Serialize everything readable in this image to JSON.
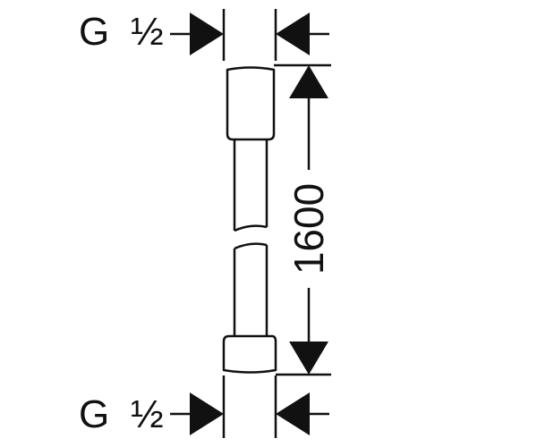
{
  "drawing": {
    "thread_top": {
      "letter": "G",
      "size": "½"
    },
    "thread_bottom": {
      "letter": "G",
      "size": "½"
    },
    "length": "1600"
  },
  "colors": {
    "ink": "#111111",
    "background": "#ffffff"
  }
}
